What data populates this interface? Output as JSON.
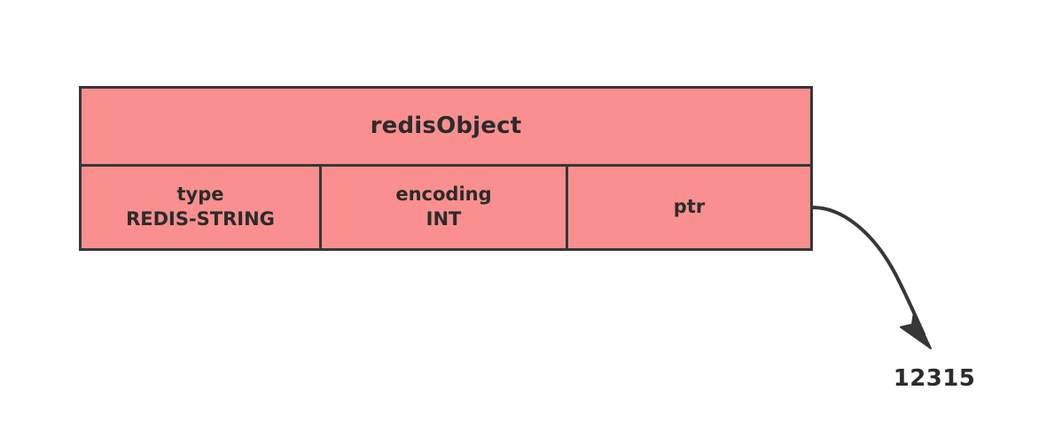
{
  "diagram": {
    "title": "redisObject",
    "background_color": "#ffffff",
    "box_fill_color": "#fa8f8f",
    "box_border_color": "#373737",
    "text_color": "#2b2b2b",
    "struct": {
      "header_label": "redisObject",
      "fields": [
        {
          "name": "type",
          "value": "REDIS-STRING"
        },
        {
          "name": "encoding",
          "value": "INT"
        },
        {
          "name": "ptr",
          "value": ""
        }
      ]
    },
    "pointer": {
      "from_field": "ptr",
      "arrow_color": "#373737",
      "target_label": "12315"
    }
  }
}
